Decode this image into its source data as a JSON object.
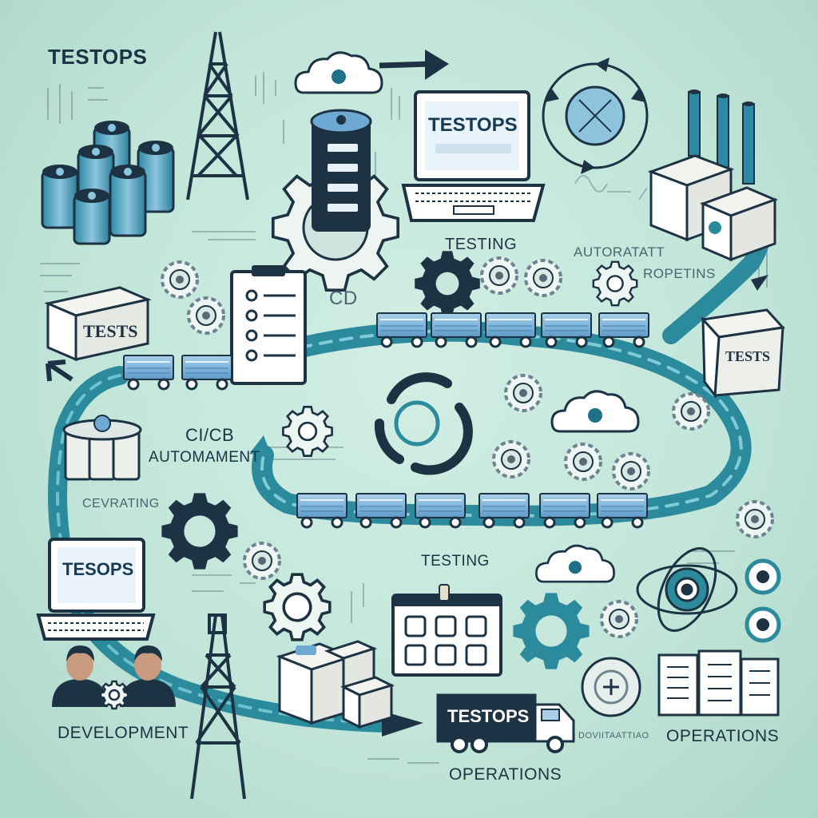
{
  "labels": {
    "title": "TESTOPS",
    "testing_top": "TESTING",
    "automation": "AUTORATATT",
    "reporting": "ROPETINS",
    "cd": "CD",
    "cicd": "CI/CB",
    "automament": "AUTOMAMENT",
    "cenrating": "CEVRATING",
    "testing_mid": "TESTING",
    "development": "DEVELOPMENT",
    "operations_right": "OPERATIONS",
    "operations_bottom": "OPERATIONS",
    "monitoring_small": "DOVIITAATTIAO"
  },
  "screens": {
    "laptop_top": "TESTOPS",
    "laptop_left": "TESOPS",
    "truck": "TESTOPS"
  },
  "boxes": {
    "box_left": "TESTS",
    "box_right": "TESTS"
  },
  "colors": {
    "teal": "#2b8a9c",
    "dark": "#1d3344",
    "blue": "#6ea9d4",
    "light_blue": "#a8cfe6"
  }
}
